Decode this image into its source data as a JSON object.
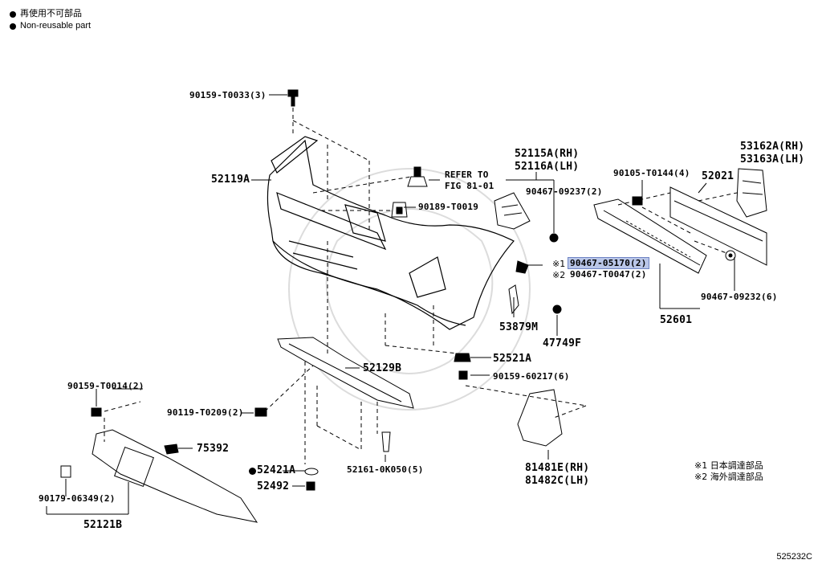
{
  "legend": {
    "line1": "再使用不可部品",
    "line2": "Non-reusable part"
  },
  "labels": {
    "p90159_T0033": "90159-T0033(3)",
    "p52119A": "52119A",
    "refer1": "REFER TO",
    "refer2": "FIG 81-01",
    "p90189": "90189-T0019",
    "p52115A": "52115A(RH)",
    "p52116A": "52116A(LH)",
    "p90467_09237": "90467-09237(2)",
    "p90105": "90105-T0144(4)",
    "p52021": "52021",
    "p53162A": "53162A(RH)",
    "p53163A": "53163A(LH)",
    "mark1": "※1",
    "p90467_05170": "90467-05170(2)",
    "mark2": "※2",
    "p90467_T0047": "90467-T0047(2)",
    "p90467_09232": "90467-09232(6)",
    "p52601": "52601",
    "p53879M": "53879M",
    "p47749F": "47749F",
    "p52521A": "52521A",
    "p90159_60217": "90159-60217(6)",
    "p52129B": "52129B",
    "p90159_T0014": "90159-T0014(2)",
    "p90119": "90119-T0209(2)",
    "p75392": "75392",
    "p52421A": "52421A",
    "p52492": "52492",
    "p52161": "52161-0K050(5)",
    "p81481E": "81481E(RH)",
    "p81482C": "81482C(LH)",
    "p90179": "90179-06349(2)",
    "p52121B": "52121B"
  },
  "notes": {
    "n1": "※1  日本調達部品",
    "n2": "※2  海外調達部品"
  },
  "footer": "525232C",
  "colors": {
    "highlight": "#b9c6e8",
    "line": "#000000"
  }
}
